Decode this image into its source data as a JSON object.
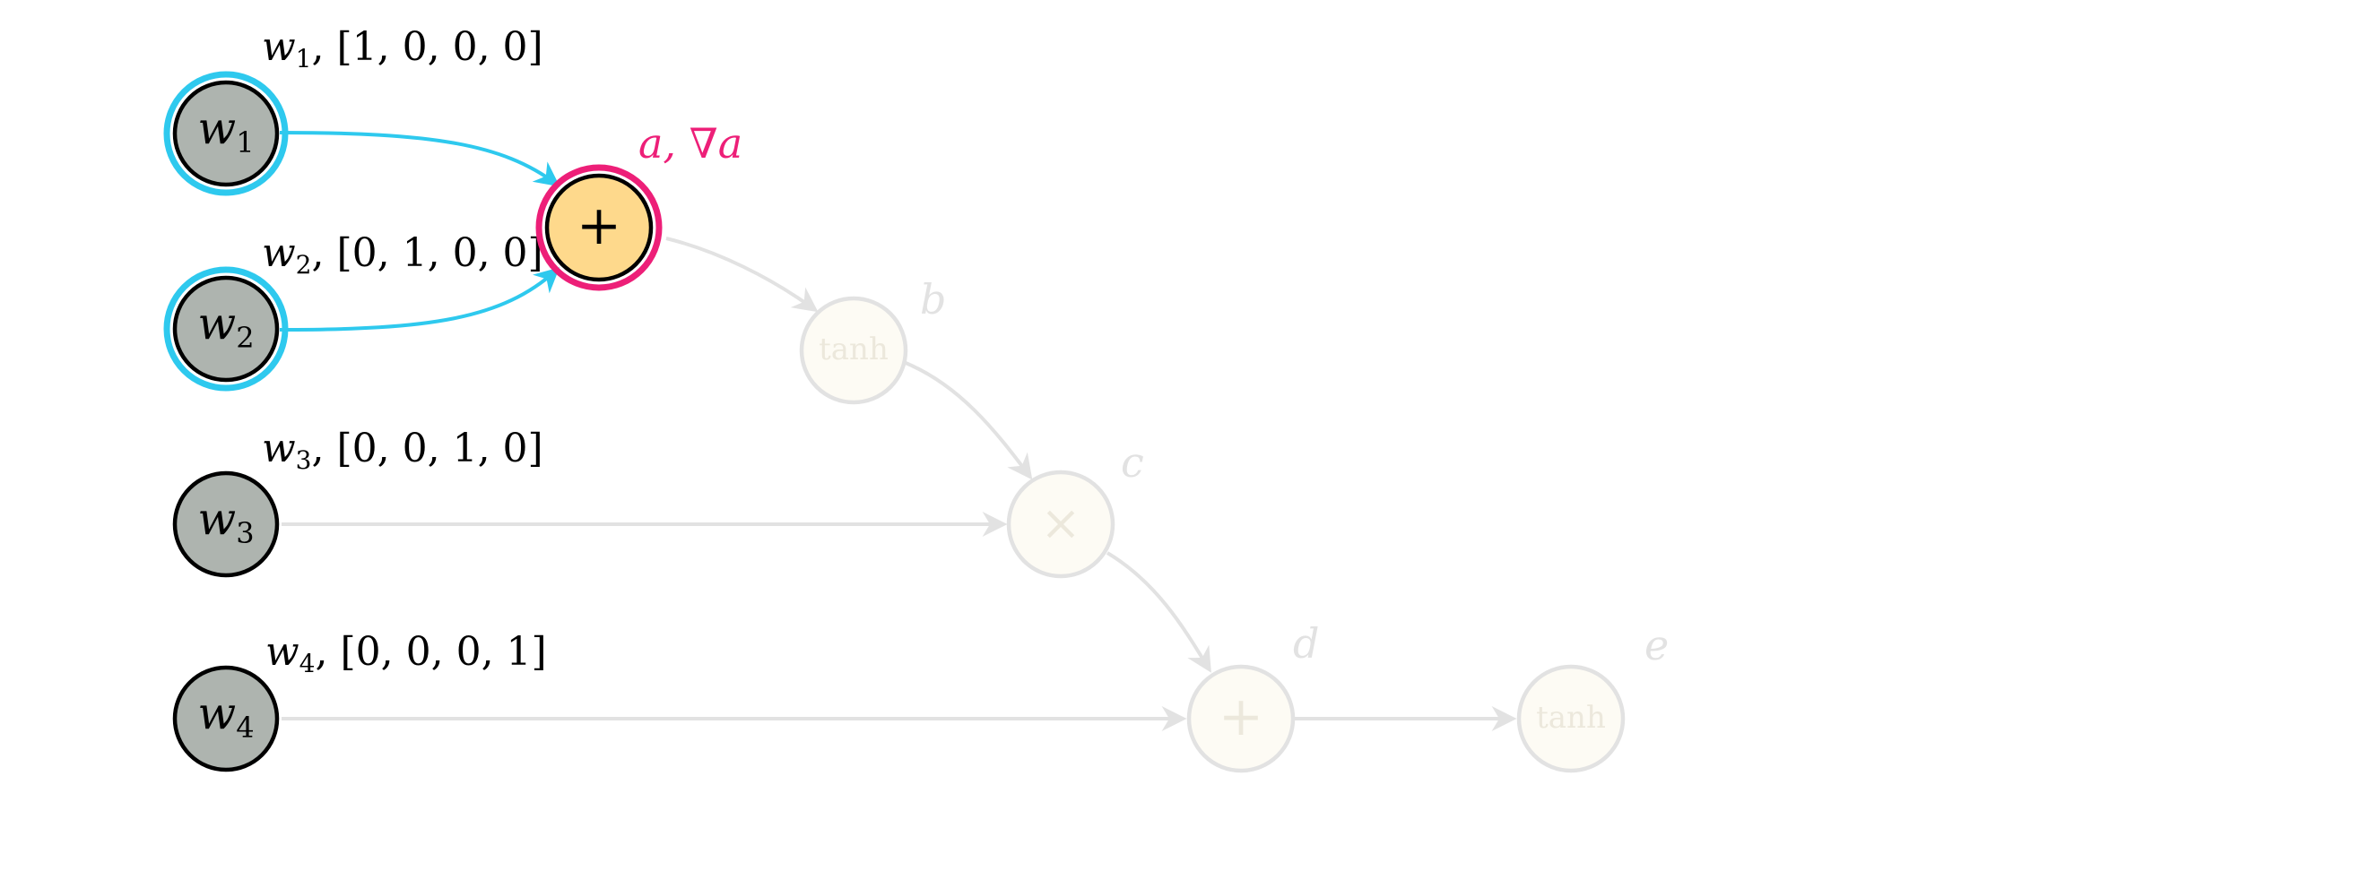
{
  "colors": {
    "background": "#ffffff",
    "input_fill": "#aeb4af",
    "input_stroke": "#000000",
    "active_fill": "#fed98c",
    "active_ring": "#ed1f78",
    "input_ring": "#2ec9ee",
    "active_edge": "#2ec9ee",
    "faded_fill": "#fdfbf4",
    "faded_stroke": "#e2e2e2",
    "faded_edge": "#e2e2e2",
    "faded_text": "#ece8dc",
    "label_dark": "#000000",
    "label_faded": "#e2e2e2"
  },
  "nodes": {
    "w1": {
      "var": "w",
      "sub": "1",
      "label_var": "w",
      "label_sub": "1",
      "label_vec": ", [1, 0, 0, 0]"
    },
    "w2": {
      "var": "w",
      "sub": "2",
      "label_var": "w",
      "label_sub": "2",
      "label_vec": ", [0, 1, 0, 0]"
    },
    "w3": {
      "var": "w",
      "sub": "3",
      "label_var": "w",
      "label_sub": "3",
      "label_vec": ", [0, 0, 1, 0]"
    },
    "w4": {
      "var": "w",
      "sub": "4",
      "label_var": "w",
      "label_sub": "4",
      "label_vec": ", [0, 0, 0, 1]"
    },
    "a": {
      "symbol": "+",
      "label": "a, ∇a"
    },
    "b": {
      "symbol": "tanh",
      "label": "b"
    },
    "c": {
      "symbol": "×",
      "label": "c"
    },
    "d": {
      "symbol": "+",
      "label": "d"
    },
    "e": {
      "symbol": "tanh",
      "label": "e"
    }
  },
  "edges": [
    {
      "from": "w1",
      "to": "a",
      "active": true
    },
    {
      "from": "w2",
      "to": "a",
      "active": true
    },
    {
      "from": "a",
      "to": "b",
      "active": false
    },
    {
      "from": "b",
      "to": "c",
      "active": false
    },
    {
      "from": "w3",
      "to": "c",
      "active": false
    },
    {
      "from": "c",
      "to": "d",
      "active": false
    },
    {
      "from": "w4",
      "to": "d",
      "active": false
    },
    {
      "from": "d",
      "to": "e",
      "active": false
    }
  ]
}
